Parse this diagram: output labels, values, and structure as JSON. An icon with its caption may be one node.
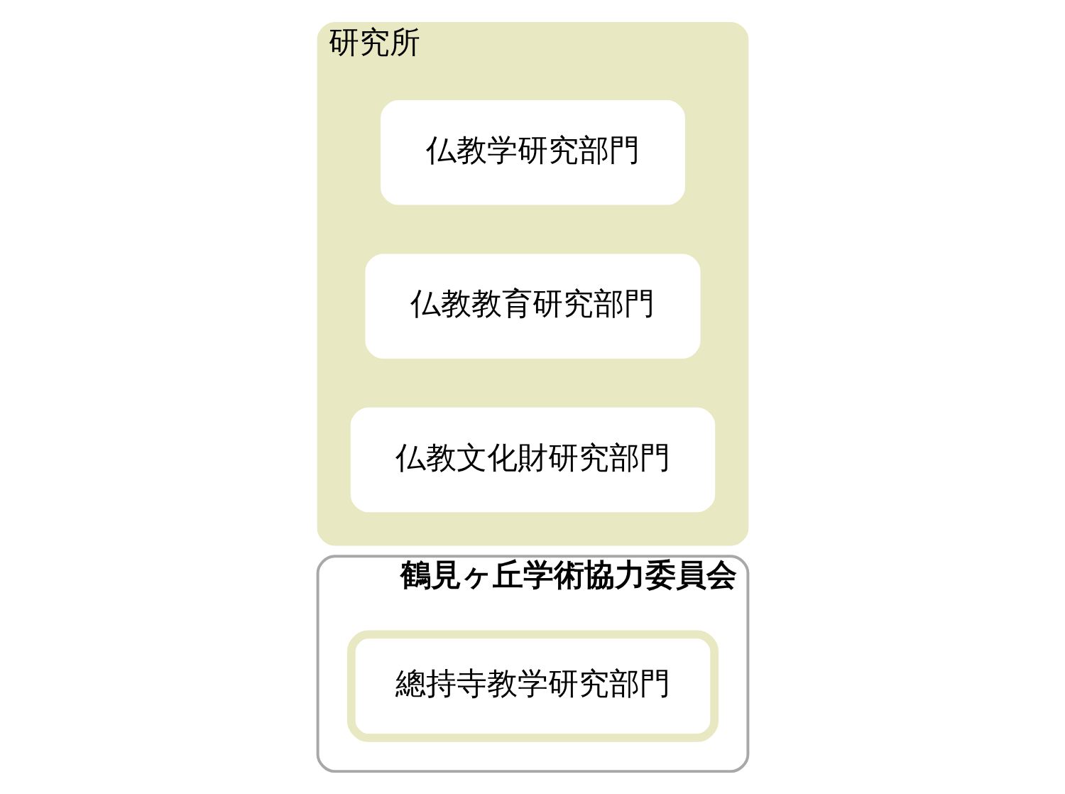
{
  "diagram": {
    "nodes": [
      {
        "text": [
          "研究所"
        ]
      },
      {
        "text": [
          "仏教学研究部門"
        ],
        "in": 0
      },
      {
        "text": [
          "仏教教育研究部門"
        ],
        "in": 0
      },
      {
        "text": [
          "仏教文化財研究部門"
        ],
        "in": 0
      },
      {
        "text": [
          "鶴見ヶ丘学術協力委員会"
        ]
      },
      {
        "text": [
          "總持寺教学研究部門"
        ],
        "in": 4
      }
    ]
  }
}
